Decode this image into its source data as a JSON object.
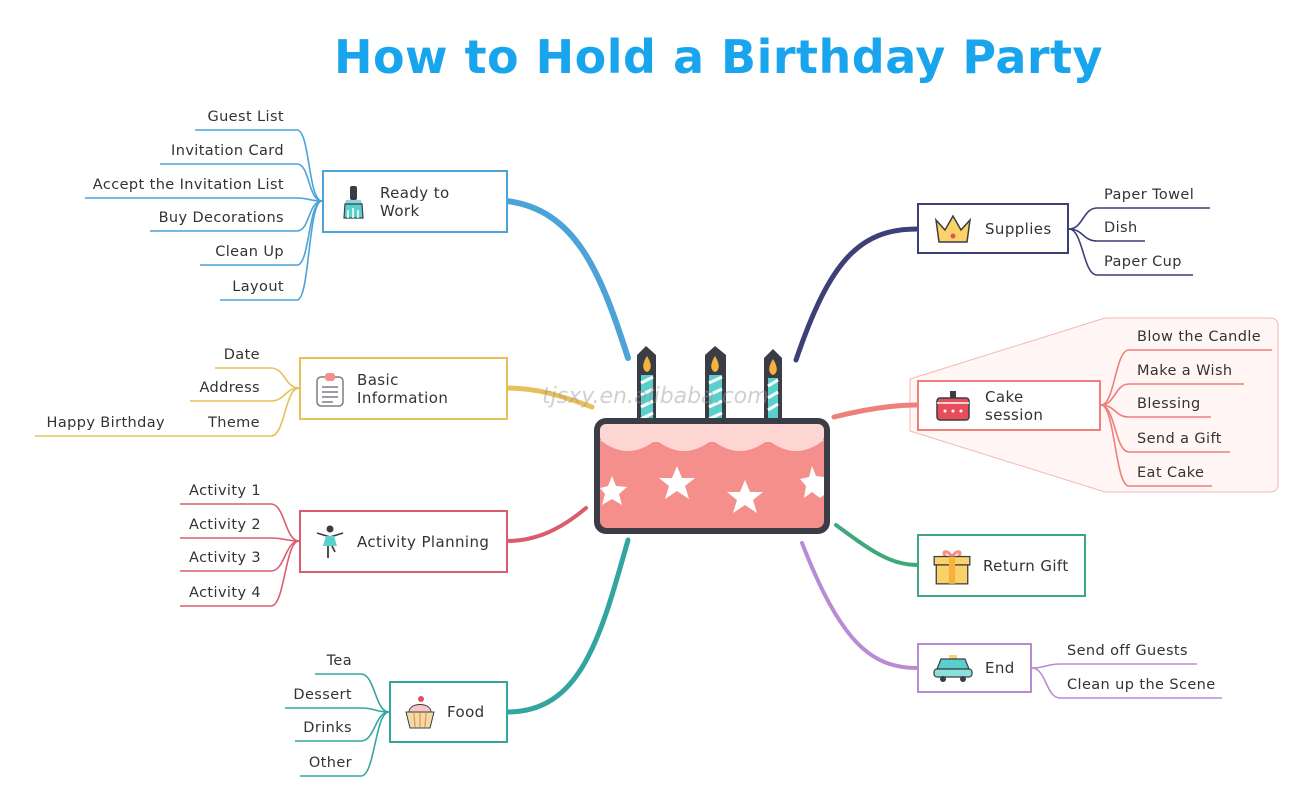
{
  "title": "How to Hold a Birthday Party",
  "watermark": "tjsxy.en.alibaba.com",
  "colors": {
    "title": "#19a5ee",
    "ready": "#4ba3d8",
    "basic": "#e8c05a",
    "activity": "#d95d6d",
    "food": "#33a5a1",
    "supplies": "#3c3f78",
    "cake": "#ef7f7a",
    "gift": "#3ea87a",
    "end": "#b98bd5"
  },
  "branches": {
    "ready_to_work": {
      "label": "Ready to Work",
      "icon": "paint-brush-icon",
      "items": [
        "Guest List",
        "Invitation Card",
        "Accept the Invitation List",
        "Buy Decorations",
        "Clean Up",
        "Layout"
      ]
    },
    "basic_information": {
      "label": "Basic Information",
      "icon": "clipboard-icon",
      "items": [
        "Date",
        "Address",
        "Theme"
      ],
      "theme_child": "Happy Birthday"
    },
    "activity_planning": {
      "label": "Activity Planning",
      "icon": "dancer-icon",
      "items": [
        "Activity 1",
        "Activity 2",
        "Activity 3",
        "Activity 4"
      ]
    },
    "food": {
      "label": "Food",
      "icon": "cupcake-icon",
      "items": [
        "Tea",
        "Dessert",
        "Drinks",
        "Other"
      ]
    },
    "supplies": {
      "label": "Supplies",
      "icon": "crown-icon",
      "items": [
        "Paper Towel",
        "Dish",
        "Paper Cup"
      ]
    },
    "cake_session": {
      "label": "Cake session",
      "icon": "cake-icon",
      "items": [
        "Blow the Candle",
        "Make a Wish",
        "Blessing",
        "Send a Gift",
        "Eat Cake"
      ]
    },
    "return_gift": {
      "label": "Return Gift",
      "icon": "gift-icon"
    },
    "end": {
      "label": "End",
      "icon": "taxi-icon",
      "items": [
        "Send off Guests",
        "Clean up the Scene"
      ]
    }
  }
}
